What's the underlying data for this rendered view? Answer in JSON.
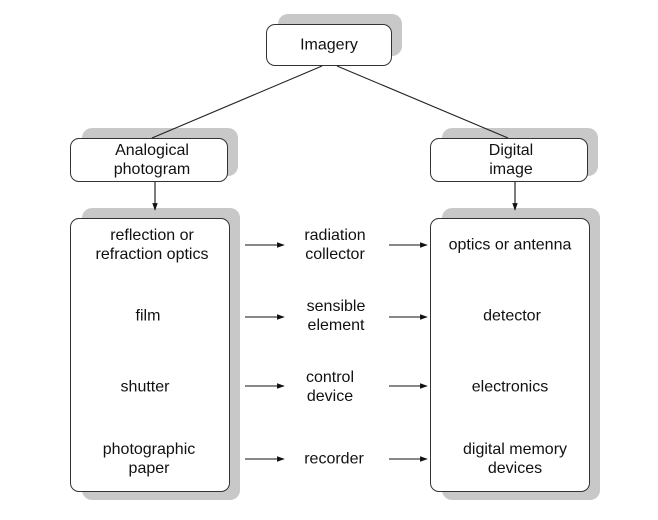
{
  "root": {
    "label": "Imagery"
  },
  "left_header": {
    "label": "Analogical\nphotogram"
  },
  "right_header": {
    "label": "Digital\nimage"
  },
  "left_items": [
    "reflection or\nrefraction optics",
    "film",
    "shutter",
    "photographic\npaper"
  ],
  "middle_items": [
    "radiation\ncollector",
    "sensible\nelement",
    "control\ndevice",
    "recorder"
  ],
  "right_items": [
    "optics or antenna",
    "detector",
    "electronics",
    "digital memory\ndevices"
  ]
}
